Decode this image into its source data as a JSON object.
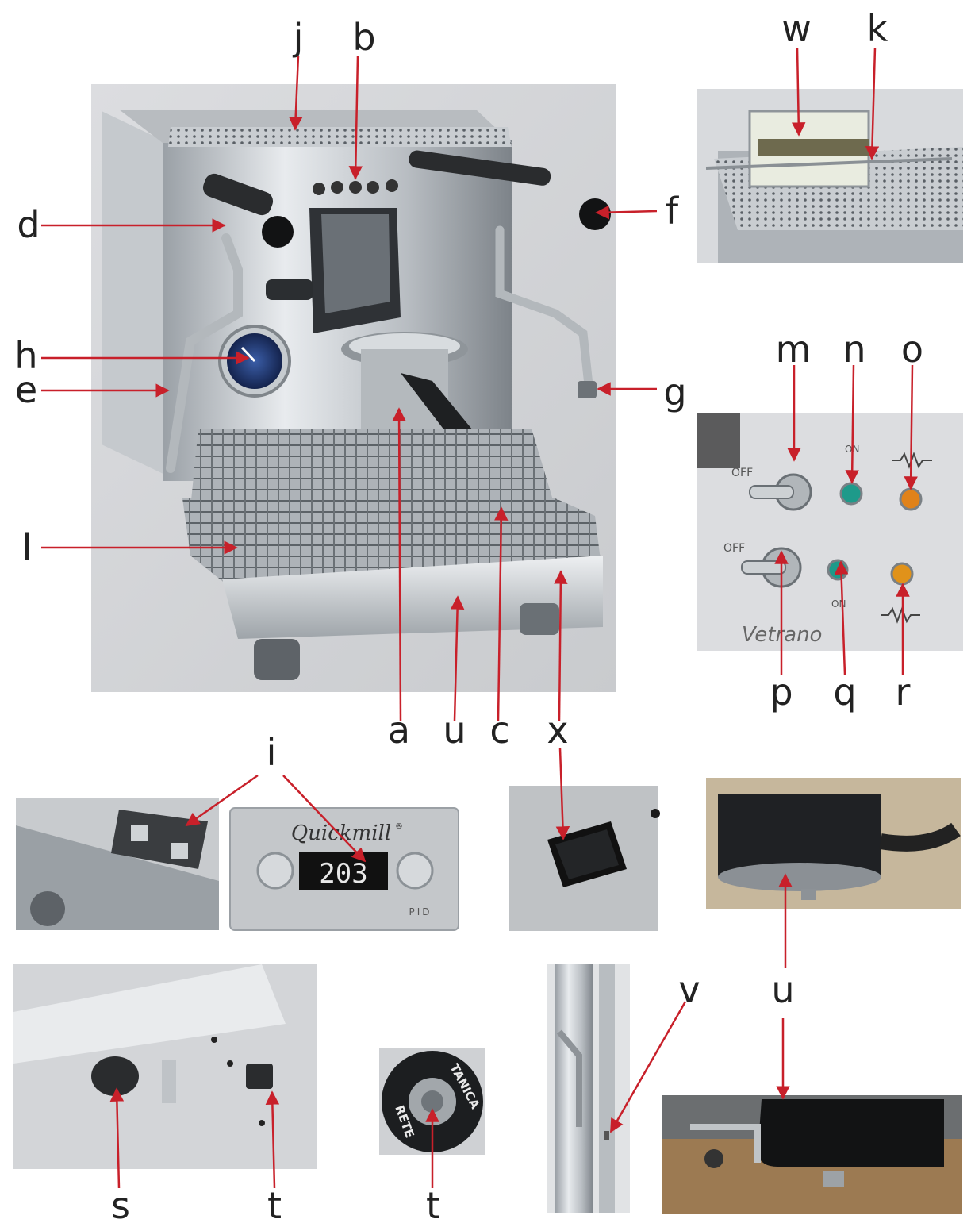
{
  "labels": {
    "a": "a",
    "b": "b",
    "c": "c",
    "d": "d",
    "e": "e",
    "f": "f",
    "g": "g",
    "h": "h",
    "i": "i",
    "j": "j",
    "k": "k",
    "l": "l",
    "m": "m",
    "n": "n",
    "o": "o",
    "p": "p",
    "q": "q",
    "r": "r",
    "s": "s",
    "t1": "t",
    "t2": "t",
    "u1": "u",
    "u2": "u",
    "v": "v",
    "w": "w",
    "x": "x"
  },
  "panel_text": {
    "brand": "Quickmill",
    "brand_mark": "®",
    "display": "203",
    "pid": "PID",
    "switch_off_top": "OFF",
    "switch_off_bottom": "OFF",
    "on_top": "ON",
    "on_bottom": "ON",
    "vetrano": "Vetrano",
    "rete": "RETE",
    "tanica": "TANICA"
  },
  "colors": {
    "arrow": "#c8202a",
    "steel_light": "#d9dde0",
    "steel_dark": "#8a9096",
    "background_grey": "#d4d6d8"
  }
}
